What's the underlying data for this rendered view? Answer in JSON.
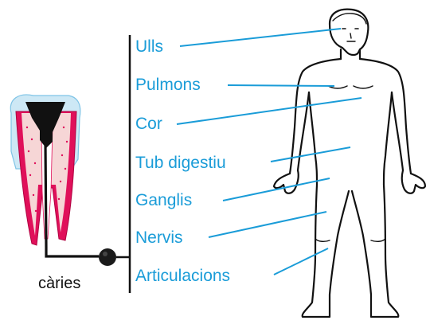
{
  "colors": {
    "label_blue": "#1a9cd8",
    "line_blue": "#1a9cd8",
    "outline": "#111111",
    "enamel": "#cde8f5",
    "gum_red": "#e0105a",
    "dentin": "#f6d6d6"
  },
  "tooth": {
    "caption": "càries"
  },
  "organs": [
    {
      "id": "ulls",
      "label": "Ulls"
    },
    {
      "id": "pulmons",
      "label": "Pulmons"
    },
    {
      "id": "cor",
      "label": "Cor"
    },
    {
      "id": "tub-digestiu",
      "label": "Tub digestiu"
    },
    {
      "id": "ganglis",
      "label": "Ganglis"
    },
    {
      "id": "nervis",
      "label": "Nervis"
    },
    {
      "id": "articulacions",
      "label": "Articulacions"
    }
  ]
}
